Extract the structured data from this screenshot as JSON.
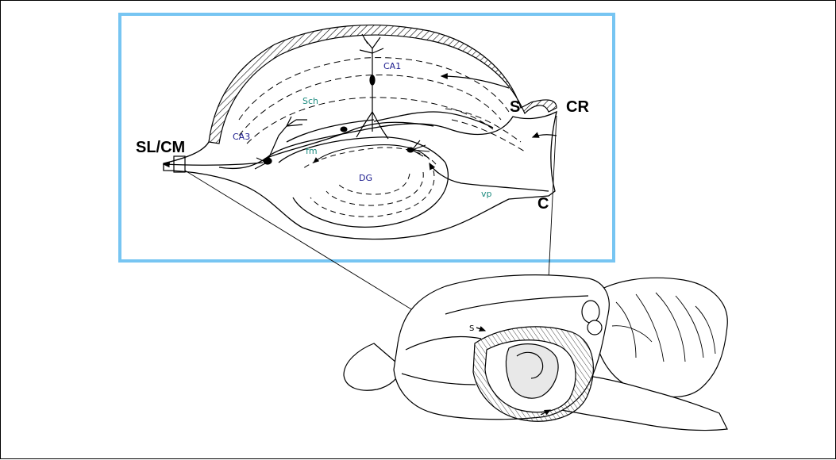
{
  "colors": {
    "inset_border": "#77c5f2",
    "region_label": "#1a1a8c",
    "pathway_label": "#1f8c80",
    "ink": "#000000"
  },
  "labels": {
    "ca1": "CA1",
    "ca3": "CA3",
    "dg": "DG",
    "sch": "Sch",
    "fm": "fm",
    "vp": "vp",
    "sl_cm": "SL/CM",
    "s": "S",
    "cr": "CR",
    "c": "C",
    "brain_s": "S"
  }
}
